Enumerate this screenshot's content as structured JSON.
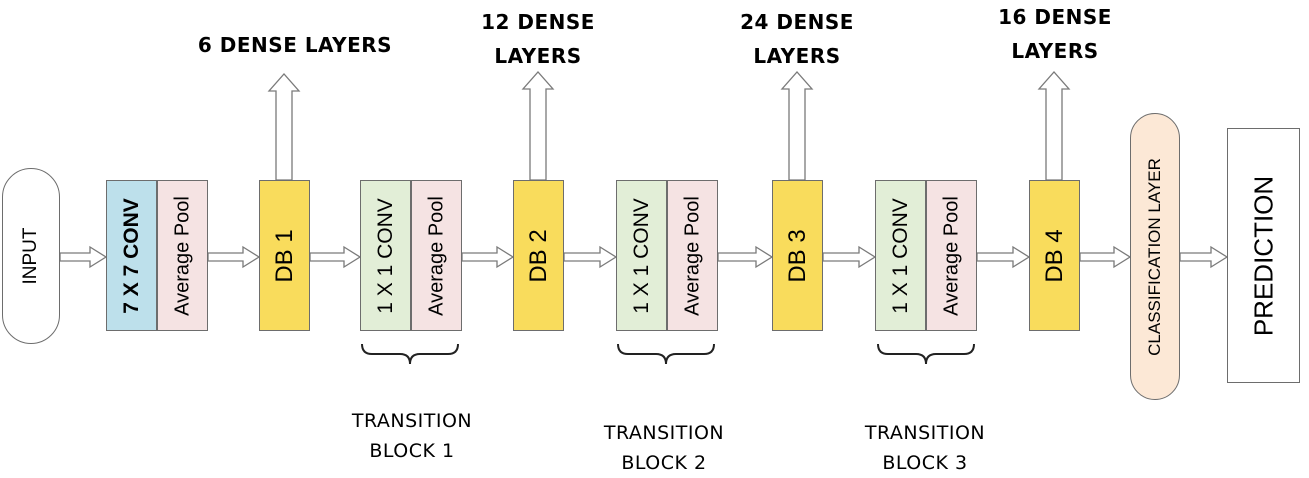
{
  "nodes": {
    "input": "INPUT",
    "conv7": "7 X 7 CONV",
    "avgpool": "Average Pool",
    "db1": "DB 1",
    "conv1": "1 X 1 CONV",
    "db2": "DB 2",
    "db3": "DB 3",
    "db4": "DB 4",
    "classification": "CLASSIFICATION LAYER",
    "prediction": "PREDICTION"
  },
  "dense_labels": {
    "db1": "6 DENSE LAYERS",
    "db2": [
      "12 DENSE",
      "LAYERS"
    ],
    "db3": [
      "24 DENSE",
      "LAYERS"
    ],
    "db4": [
      "16 DENSE",
      "LAYERS"
    ]
  },
  "transition_labels": [
    [
      "TRANSITION",
      "BLOCK 1"
    ],
    [
      "TRANSITION",
      "BLOCK 2"
    ],
    [
      "TRANSITION",
      "BLOCK 3"
    ]
  ],
  "colors": {
    "conv7_fill": "#bde0eb",
    "conv1_fill": "#e2eed7",
    "pool_fill": "#f5e3e3",
    "dense_block_fill": "#f9dc5c",
    "classification_fill": "#fce8d6",
    "arrow_stroke": "#7a7a7a"
  }
}
